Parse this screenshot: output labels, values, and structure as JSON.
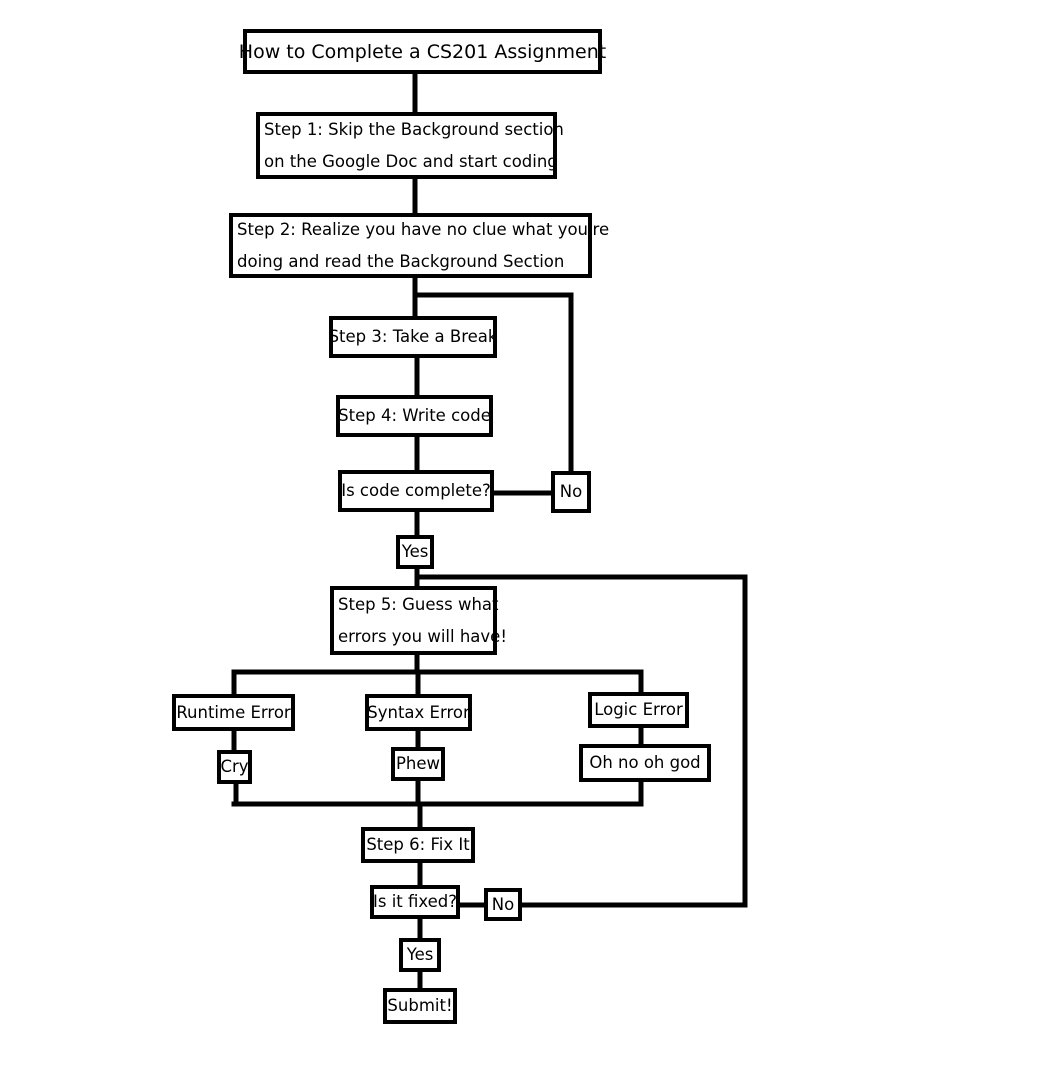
{
  "title": "How to Complete a CS201 Assignment",
  "steps": {
    "step1": [
      "Step 1: Skip the Background section",
      "on the Google Doc and start coding"
    ],
    "step2": [
      "Step 2: Realize you have no clue what you're",
      "doing and read the Background Section"
    ],
    "step3": "Step 3: Take a Break",
    "step4": "Step 4: Write code",
    "step5": [
      "Step 5: Guess what",
      "errors you will have!"
    ],
    "step6": "Step 6: Fix It"
  },
  "decisions": {
    "code_complete": "Is code complete?",
    "code_complete_no": "No",
    "code_complete_yes": "Yes",
    "is_fixed": "Is it fixed?",
    "is_fixed_no": "No",
    "is_fixed_yes": "Yes"
  },
  "errors": {
    "runtime": "Runtime Error",
    "runtime_reaction": "Cry",
    "syntax": "Syntax Error",
    "syntax_reaction": "Phew",
    "logic": "Logic Error",
    "logic_reaction": "Oh no oh god"
  },
  "final": "Submit!",
  "colors": {
    "stroke": "#000000",
    "background": "#ffffff"
  }
}
